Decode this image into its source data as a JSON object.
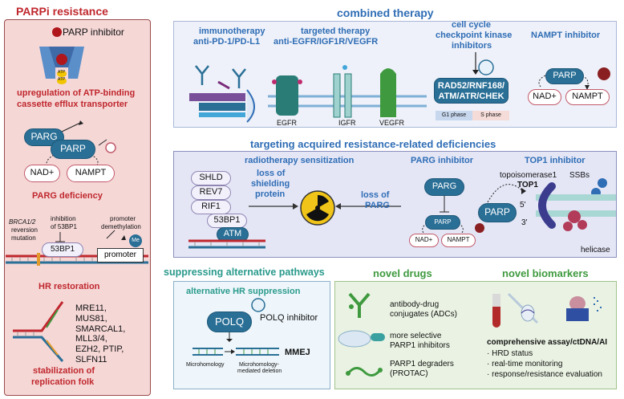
{
  "left": {
    "title": "PARPi resistance",
    "parp_inhibitor": "PARP inhibitor",
    "atp1": "ATP",
    "atp2": "ATP",
    "efflux_line1": "upregulation of ATP-binding",
    "efflux_line2": "cassette efflux transporter",
    "parg": "PARG",
    "parp": "PARP",
    "nad": "NAD+",
    "nampt": "NAMPT",
    "parg_deficiency": "PARG deficiency",
    "brca_line1": "BRCA1/2",
    "brca_line2": "reversion",
    "brca_line3": "mutation",
    "inhib53_line1": "inhibition",
    "inhib53_line2": "of 53BP1",
    "bp53": "53BP1",
    "promdem_line1": "promoter",
    "promdem_line2": "demethylation",
    "me": "Me",
    "promoter": "promoter",
    "hr_restoration": "HR restoration",
    "folk_genes": [
      "MRE11,",
      "MUS81,",
      "SMARCAL1,",
      "MLL3/4,",
      "EZH2, PTIP,",
      "SLFN11"
    ],
    "folk_line1": "stabilization of",
    "folk_line2": "replication folk"
  },
  "combined": {
    "title": "combined therapy",
    "immuno_line1": "immunotherapy",
    "immuno_line2": "anti-PD-1/PD-L1",
    "targeted_line1": "targeted therapy",
    "targeted_line2": "anti-EGFR/IGF1R/VEGFR",
    "egfr": "EGFR",
    "igfr": "IGFR",
    "vegfr": "VEGFR",
    "cc_line1": "cell cycle",
    "cc_line2": "checkpoint kinase",
    "cc_line3": "inhibitors",
    "rad_line1": "RAD52/RNF168/",
    "rad_line2": "ATM/ATR/CHEK",
    "g1": "G1 phase",
    "sphase": "S phase",
    "nampt_inhibitor": "NAMPT inhibitor",
    "parp": "PARP",
    "nad": "NAD+",
    "nampt": "NAMPT"
  },
  "acquired": {
    "title": "targeting acquired resistance-related deficiencies",
    "radio": "radiotherapy sensitization",
    "shld": "SHLD",
    "rev7": "REV7",
    "rif1": "RIF1",
    "bp53": "53BP1",
    "atm": "ATM",
    "loss_shield_line1": "loss of",
    "loss_shield_line2": "shielding",
    "loss_shield_line3": "protein",
    "loss_parg_line1": "loss of",
    "loss_parg_line2": "PARG",
    "parg_inhibitor": "PARG inhibitor",
    "parg": "PARG",
    "parp": "PARP",
    "nad": "NAD+",
    "nampt": "NAMPT",
    "top1_inhibitor": "TOP1 inhibitor",
    "topo_line1": "topoisomerase1",
    "topo_line2": "TOP1",
    "ssbs": "SSBs",
    "parp_top1": "PARP",
    "five": "5'",
    "three": "3'",
    "helicase": "helicase"
  },
  "alt": {
    "title": "suppressing alternative pathways",
    "subtitle": "alternative HR suppression",
    "polq": "POLQ",
    "polq_inhibitor": "POLQ inhibitor",
    "mmej": "MMEJ",
    "micro": "Microhomology",
    "micro_del_line1": "Microhomology-",
    "micro_del_line2": "mediated deletion"
  },
  "novel": {
    "drugs_title": "novel drugs",
    "biomarkers_title": "novel biomarkers",
    "adc_line1": "antibody-drug",
    "adc_line2": "conjugates (ADCs)",
    "sel_line1": "more selective",
    "sel_line2": "PARP1 inhibitors",
    "deg_line1": "PARP1 degraders",
    "deg_line2": "(PROTAC)",
    "assay_title": "comprehensive assay/ctDNA/AI",
    "bullets": [
      "· HRD status",
      "· real-time monitoring",
      "· response/resistance evaluation"
    ]
  },
  "colors": {
    "red_title": "#c0272d",
    "blue_title": "#2f6db5",
    "green_title": "#3f9a3f",
    "teal_title": "#2a9a8c",
    "parp_blue": "#2a6f96",
    "pink_panel": "#f5d7d6",
    "blue_panel": "#e9eef8",
    "green_panel": "#eaf3e3"
  }
}
